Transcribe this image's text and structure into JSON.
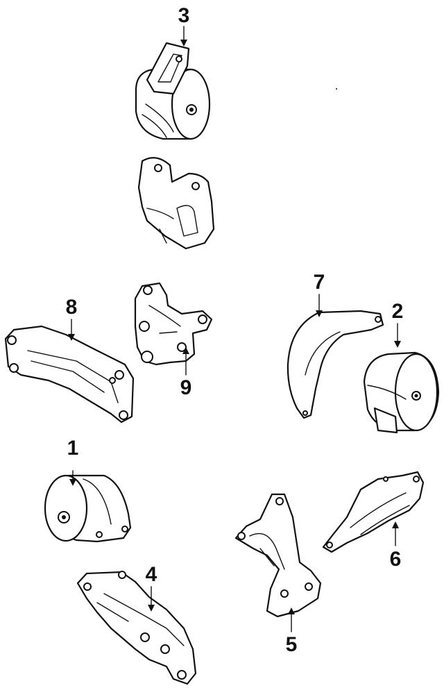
{
  "diagram": {
    "callouts": [
      {
        "id": "c1",
        "label": "1"
      },
      {
        "id": "c2",
        "label": "2"
      },
      {
        "id": "c3",
        "label": "3"
      },
      {
        "id": "c4",
        "label": "4"
      },
      {
        "id": "c5",
        "label": "5"
      },
      {
        "id": "c6",
        "label": "6"
      },
      {
        "id": "c7",
        "label": "7"
      },
      {
        "id": "c8",
        "label": "8"
      },
      {
        "id": "c9",
        "label": "9"
      }
    ]
  },
  "colors": {
    "ink": "#111111",
    "paper": "#ffffff"
  }
}
